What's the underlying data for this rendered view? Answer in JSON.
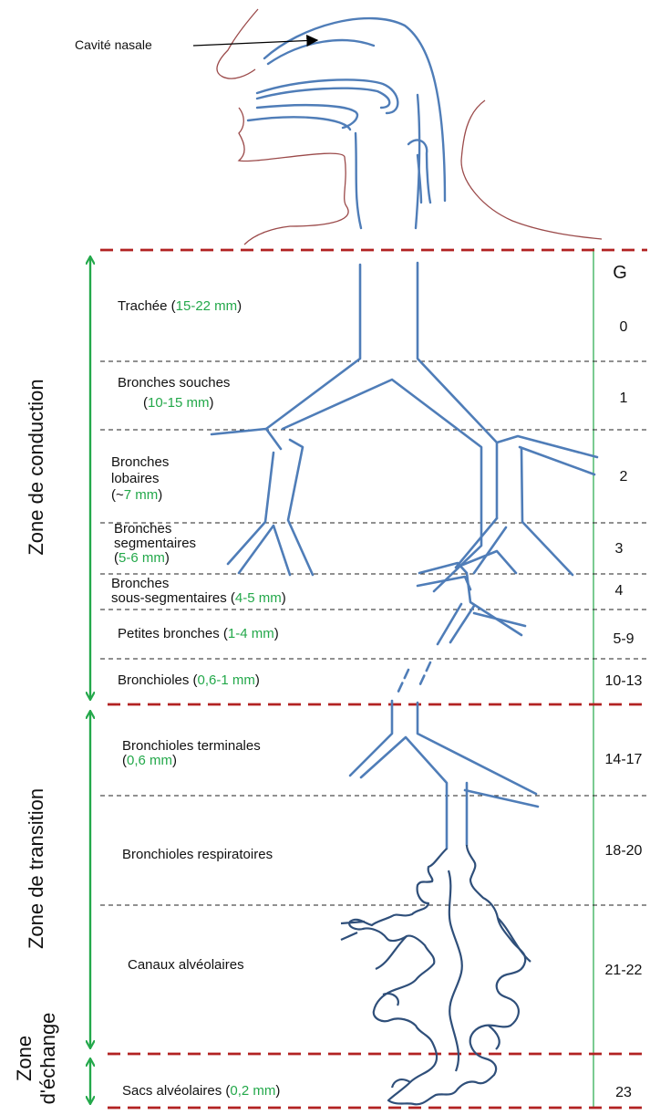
{
  "nasal_label": "Cavité nasale",
  "generation_header": "G",
  "zones": {
    "conduction": "Zone de conduction",
    "transition": "Zone de transition",
    "exchange_line1": "Zone",
    "exchange_line2": "d'échange"
  },
  "rows": [
    {
      "name": "Trachée (",
      "size": "15-22 mm",
      "close": ")",
      "gen": "0"
    },
    {
      "name": "Bronches souches",
      "size": "10-15 mm",
      "gen": "1"
    },
    {
      "name_l1": "Bronches",
      "name_l2": "lobaires",
      "size_prefix": "(~",
      "size": "7 mm",
      "close": ")",
      "gen": "2"
    },
    {
      "name_l1": "Bronches",
      "name_l2": "segmentaires",
      "size": "5-6 mm",
      "gen": "3"
    },
    {
      "name_l1": "Bronches",
      "name_l2": "sous-segmentaires (",
      "size": "4-5 mm",
      "close": ")",
      "gen": "4"
    },
    {
      "name": "Petites bronches (",
      "size": "1-4 mm",
      "close": ")",
      "gen": "5-9"
    },
    {
      "name": "Bronchioles (",
      "size": "0,6-1 mm",
      "close": ")",
      "gen": "10-13"
    },
    {
      "name": "Bronchioles terminales",
      "size": "0,6 mm",
      "gen": "14-17"
    },
    {
      "name": "Bronchioles respiratoires",
      "gen": "18-20"
    },
    {
      "name": "Canaux alvéolaires",
      "gen": "21-22"
    },
    {
      "name": "Sacs alvéolaires (",
      "size": "0,2 mm",
      "close": ")",
      "gen": "23"
    }
  ],
  "colors": {
    "airway": "#4f7db8",
    "alveoli": "#2f4f7a",
    "face": "#9b4a4a",
    "zone_arrow": "#23a84a",
    "zone_divider": "#b22222",
    "size_text": "#23a84a"
  }
}
